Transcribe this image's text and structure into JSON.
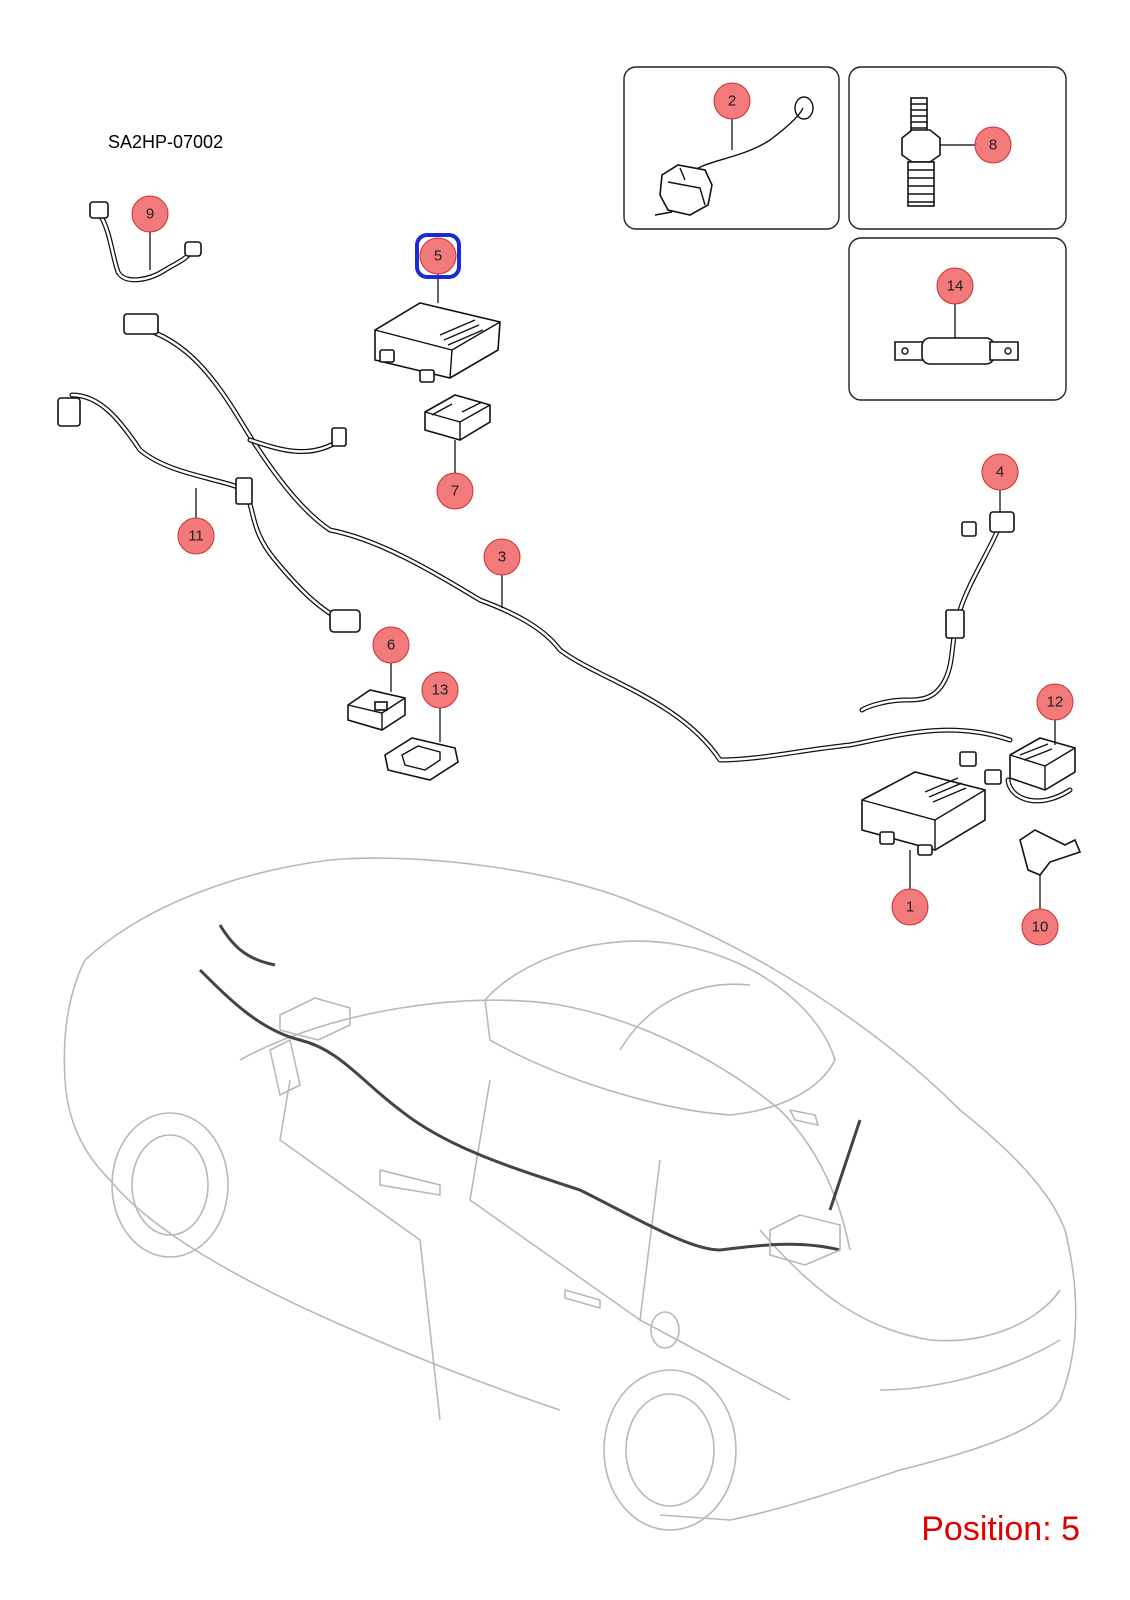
{
  "diagram_code": "SA2HP-07002",
  "position_label": "Position: 5",
  "highlight_color": "#1a2bd6",
  "bubble_color": "#f27a7a",
  "selected_callout": "5",
  "callouts": [
    {
      "id": "c1",
      "label": "1"
    },
    {
      "id": "c2",
      "label": "2"
    },
    {
      "id": "c3",
      "label": "3"
    },
    {
      "id": "c4",
      "label": "4"
    },
    {
      "id": "c5",
      "label": "5"
    },
    {
      "id": "c6",
      "label": "6"
    },
    {
      "id": "c7",
      "label": "7"
    },
    {
      "id": "c8",
      "label": "8"
    },
    {
      "id": "c9",
      "label": "9"
    },
    {
      "id": "c10",
      "label": "10"
    },
    {
      "id": "c11",
      "label": "11"
    },
    {
      "id": "c12",
      "label": "12"
    },
    {
      "id": "c13",
      "label": "13"
    },
    {
      "id": "c14",
      "label": "14"
    }
  ]
}
